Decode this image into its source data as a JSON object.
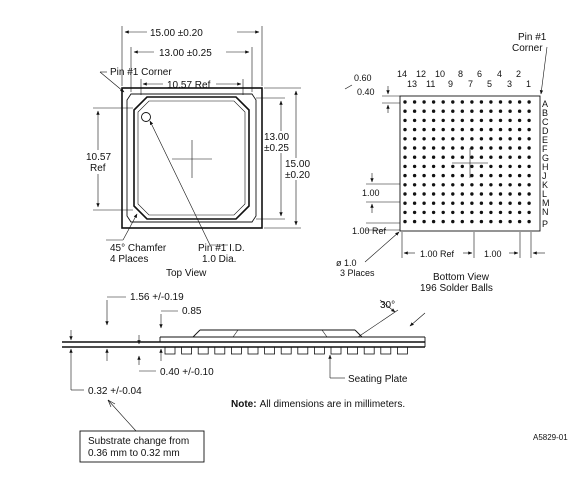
{
  "top_view": {
    "dim_overall_width": "15.00 ±0.20",
    "dim_inner_width": "13.00 ±0.25",
    "dim_ref_width": "10.57 Ref",
    "pin1_corner": "Pin #1 Corner",
    "left_dim_line1": "10.57",
    "left_dim_line2": "Ref",
    "right_dim_a_line1": "13.00",
    "right_dim_a_line2": "±0.25",
    "right_dim_b_line1": "15.00",
    "right_dim_b_line2": "±0.20",
    "chamfer_line1": "45° Chamfer",
    "chamfer_line2": "4 Places",
    "pin1_id_line1": "Pin #1 I.D.",
    "pin1_id_line2": "1.0 Dia.",
    "caption": "Top View"
  },
  "bottom_view": {
    "pin1_corner_line1": "Pin #1",
    "pin1_corner_line2": "Corner",
    "ball_dim_a": "0.60",
    "ball_dim_b": "0.40",
    "col_numbers_even": [
      "14",
      "12",
      "10",
      "8",
      "6",
      "4",
      "2"
    ],
    "col_numbers_odd": [
      "13",
      "11",
      "9",
      "7",
      "5",
      "3",
      "1"
    ],
    "row_letters": [
      "A",
      "B",
      "C",
      "D",
      "E",
      "F",
      "G",
      "H",
      "J",
      "K",
      "L",
      "M",
      "N",
      "P"
    ],
    "pitch_vertical": "1.00",
    "ref_vertical": "1.00 Ref",
    "ref_horizontal": "1.00 Ref",
    "pitch_horizontal": "1.00",
    "ball_dia_line1": "ø 1.0",
    "ball_dia_line2": "3 Places",
    "caption_line1": "Bottom View",
    "caption_line2": "196 Solder Balls"
  },
  "side_view": {
    "dim_height": "1.56 +/-0.19",
    "dim_body": "0.85",
    "angle": "30°",
    "dim_ball": "0.40 +/-0.10",
    "dim_substrate": "0.32 +/-0.04",
    "seating_plate": "Seating Plate"
  },
  "note_label": "Note:",
  "note_text": "All dimensions are in millimeters.",
  "substrate_box_line1": "Substrate change from",
  "substrate_box_line2": "0.36 mm to 0.32 mm",
  "figure_id": "A5829-01"
}
